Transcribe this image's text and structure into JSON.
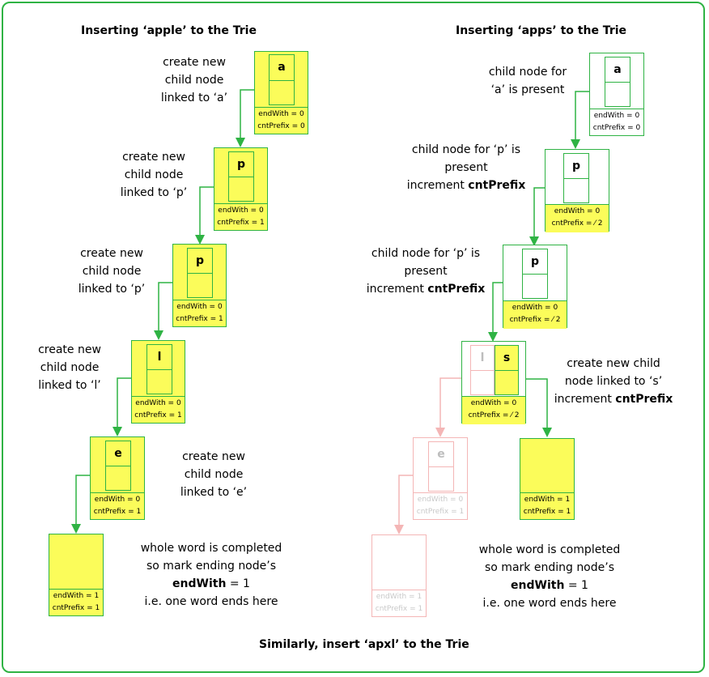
{
  "left": {
    "title": "Inserting ‘apple’ to the Trie",
    "notes": [
      [
        "create new",
        "child node",
        "linked to ‘a’"
      ],
      [
        "create new",
        "child node",
        "linked to ‘p’"
      ],
      [
        "create new",
        "child node",
        "linked to ‘p’"
      ],
      [
        "create new",
        "child node",
        "linked to ‘l’"
      ],
      [
        "create new",
        "child node",
        "linked to ‘e’"
      ]
    ],
    "final_note": {
      "line1": "whole word is completed",
      "line2": "so mark ending node’s",
      "line3_bold": "endWith",
      "line3_rest": " = 1",
      "line4": "i.e. one word ends here"
    },
    "nodes": [
      {
        "char": "a",
        "endWith": "endWith = 0",
        "cntPrefix": "cntPrefix = 0"
      },
      {
        "char": "p",
        "endWith": "endWith = 0",
        "cntPrefix": "cntPrefix = 1"
      },
      {
        "char": "p",
        "endWith": "endWith = 0",
        "cntPrefix": "cntPrefix = 1"
      },
      {
        "char": "l",
        "endWith": "endWith = 0",
        "cntPrefix": "cntPrefix = 1"
      },
      {
        "char": "e",
        "endWith": "endWith = 0",
        "cntPrefix": "cntPrefix = 1"
      },
      {
        "char": "",
        "endWith": "endWith = 1",
        "cntPrefix": "cntPrefix = 1"
      }
    ]
  },
  "right": {
    "title": "Inserting ‘apps’ to the Trie",
    "note_a": [
      "child node for",
      "‘a’ is present"
    ],
    "note_p1": {
      "line1": "child node for ‘p’ is",
      "line2": "present",
      "line3": "increment ",
      "line3_bold": "cntPrefix"
    },
    "note_p2": {
      "line1": "child node for ‘p’ is",
      "line2": "present",
      "line3": "increment ",
      "line3_bold": "cntPrefix"
    },
    "note_s": {
      "line1": "create new child",
      "line2": "node linked to ‘s’",
      "line3": "increment ",
      "line3_bold": "cntPrefix"
    },
    "final_note": {
      "line1": "whole word is completed",
      "line2": "so mark ending node’s",
      "line3_bold": "endWith",
      "line3_rest": " = 1",
      "line4": "i.e. one word ends here"
    },
    "nodes": {
      "a": {
        "char": "a",
        "endWith": "endWith = 0",
        "cntPrefix": "cntPrefix = 0"
      },
      "p1": {
        "char": "p",
        "endWith": "endWith = 0",
        "cntPrefix": "cntPrefix = ⁄ 2"
      },
      "p2": {
        "char": "p",
        "endWith": "endWith = 0",
        "cntPrefix": "cntPrefix = ⁄  2"
      },
      "ls": {
        "char_l": "l",
        "char_s": "s",
        "endWith": "endWith = 0",
        "cntPrefix": "cntPrefix = ⁄  2"
      },
      "s_end": {
        "endWith": "endWith = 1",
        "cntPrefix": "cntPrefix = 1"
      },
      "e_faded": {
        "char": "e",
        "endWith": "endWith = 0",
        "cntPrefix": "cntPrefix = 1"
      },
      "end_faded": {
        "endWith": "endWith = 1",
        "cntPrefix": "cntPrefix = 1"
      }
    }
  },
  "footer": "Similarly, insert ‘apxl’ to the Trie",
  "colors": {
    "green": "#2fb344",
    "yellow": "#fbfc5a",
    "faded": "#f4b6b6"
  }
}
